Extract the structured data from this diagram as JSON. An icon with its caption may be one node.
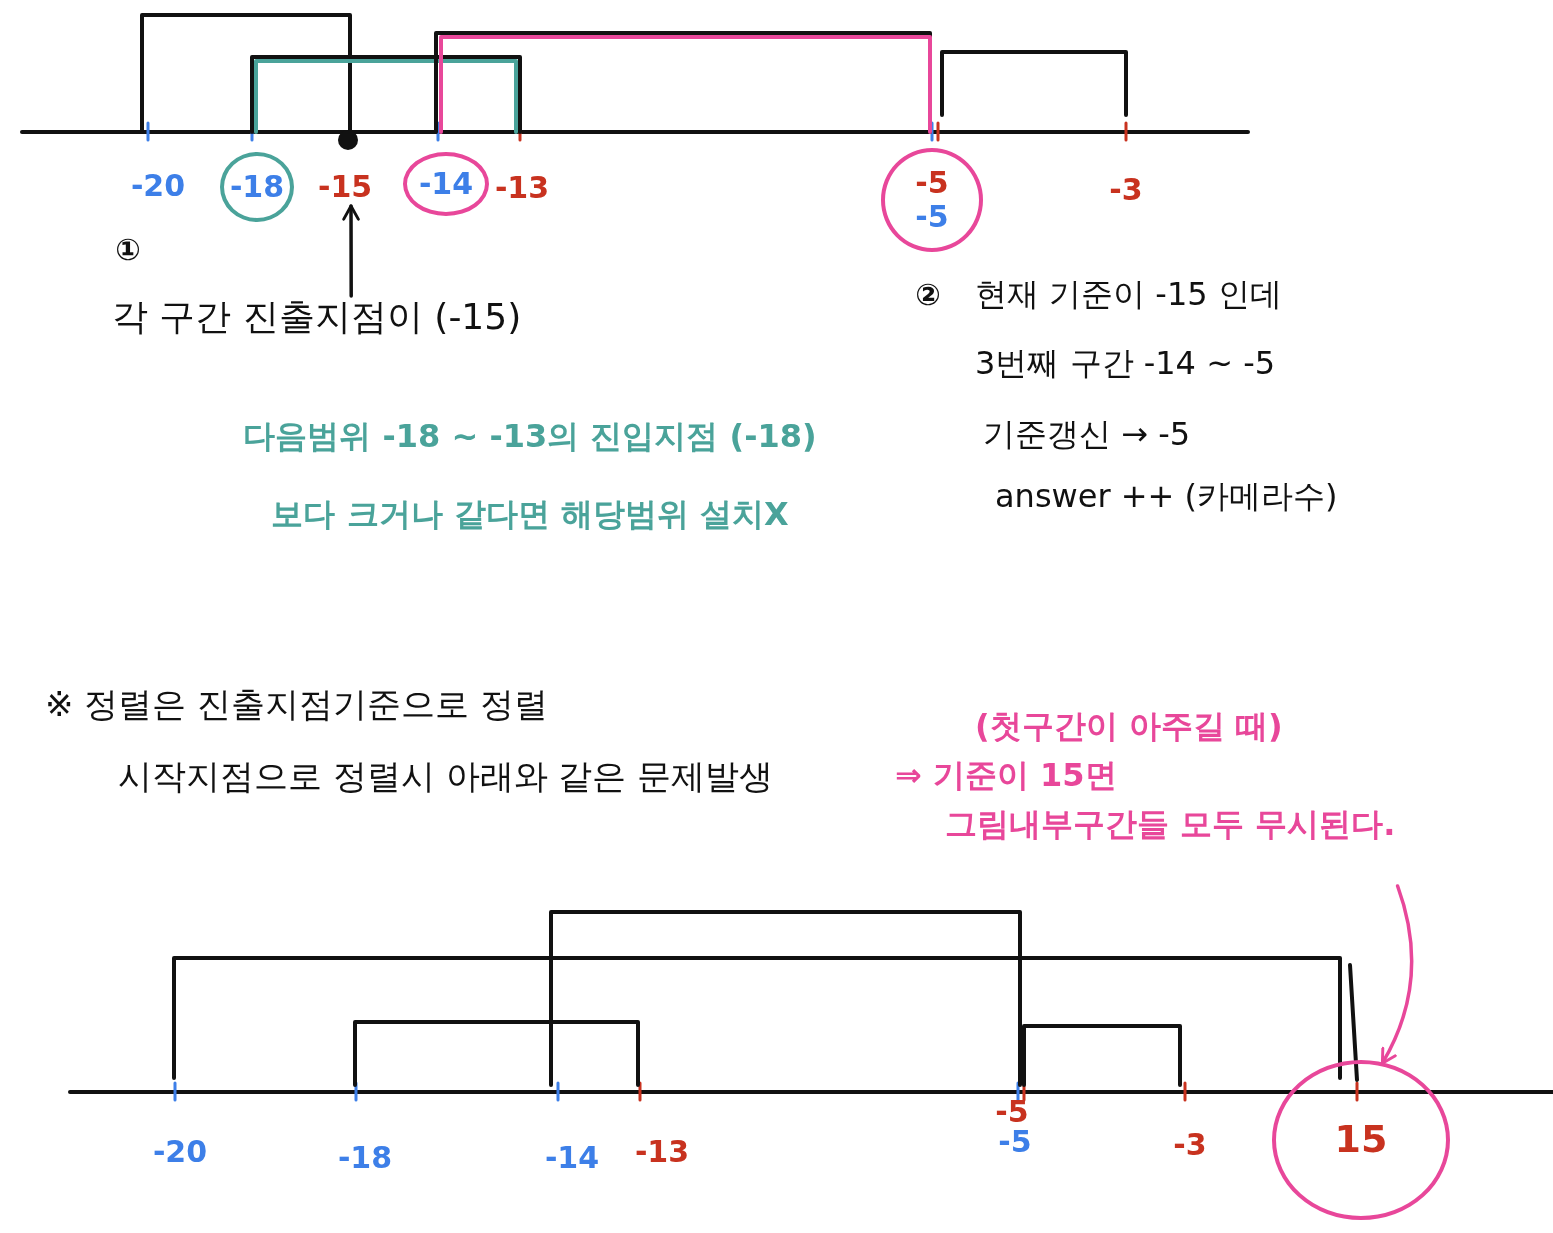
{
  "diagram": {
    "nodes": [
      {
        "text": [
          "-18"
        ]
      },
      {
        "text": [
          "-15"
        ]
      },
      {
        "text": [
          "-14"
        ]
      },
      {
        "text": [
          "-5",
          "-5"
        ]
      },
      {
        "text": [
          "각 구간 진출지점이 (-15)"
        ]
      },
      {
        "text": [
          "(첫구간이 아주길 때)",
          "⇒ 기준이 15면",
          "그림내부구간들 모두 무시된다."
        ]
      },
      {
        "text": [
          "15"
        ]
      }
    ],
    "edges": [
      {
        "from": 4,
        "to": 1,
        "arrow": "to"
      },
      {
        "from": 5,
        "to": 6,
        "arrow": "to",
        "color": "#e8479a"
      }
    ],
    "labels": [
      "-20",
      "-13",
      "-3",
      "①",
      "다음범위 -18 ~ -13의 진입지점 (-18)보다 크거나 같다면 해당범위 설치X",
      "②",
      "현재 기준이 -15 인데",
      "3번째 구간 -14 ~ -5",
      "기준갱신 → -5",
      "answer ++ (카메라수)",
      "※ 정렬은 진출지점기준으로 정렬",
      "시작지점으로 정렬시 아래와 같은 문제발생",
      "-20",
      "-18",
      "-14",
      "-13",
      "-5",
      "-5",
      "-3"
    ]
  }
}
